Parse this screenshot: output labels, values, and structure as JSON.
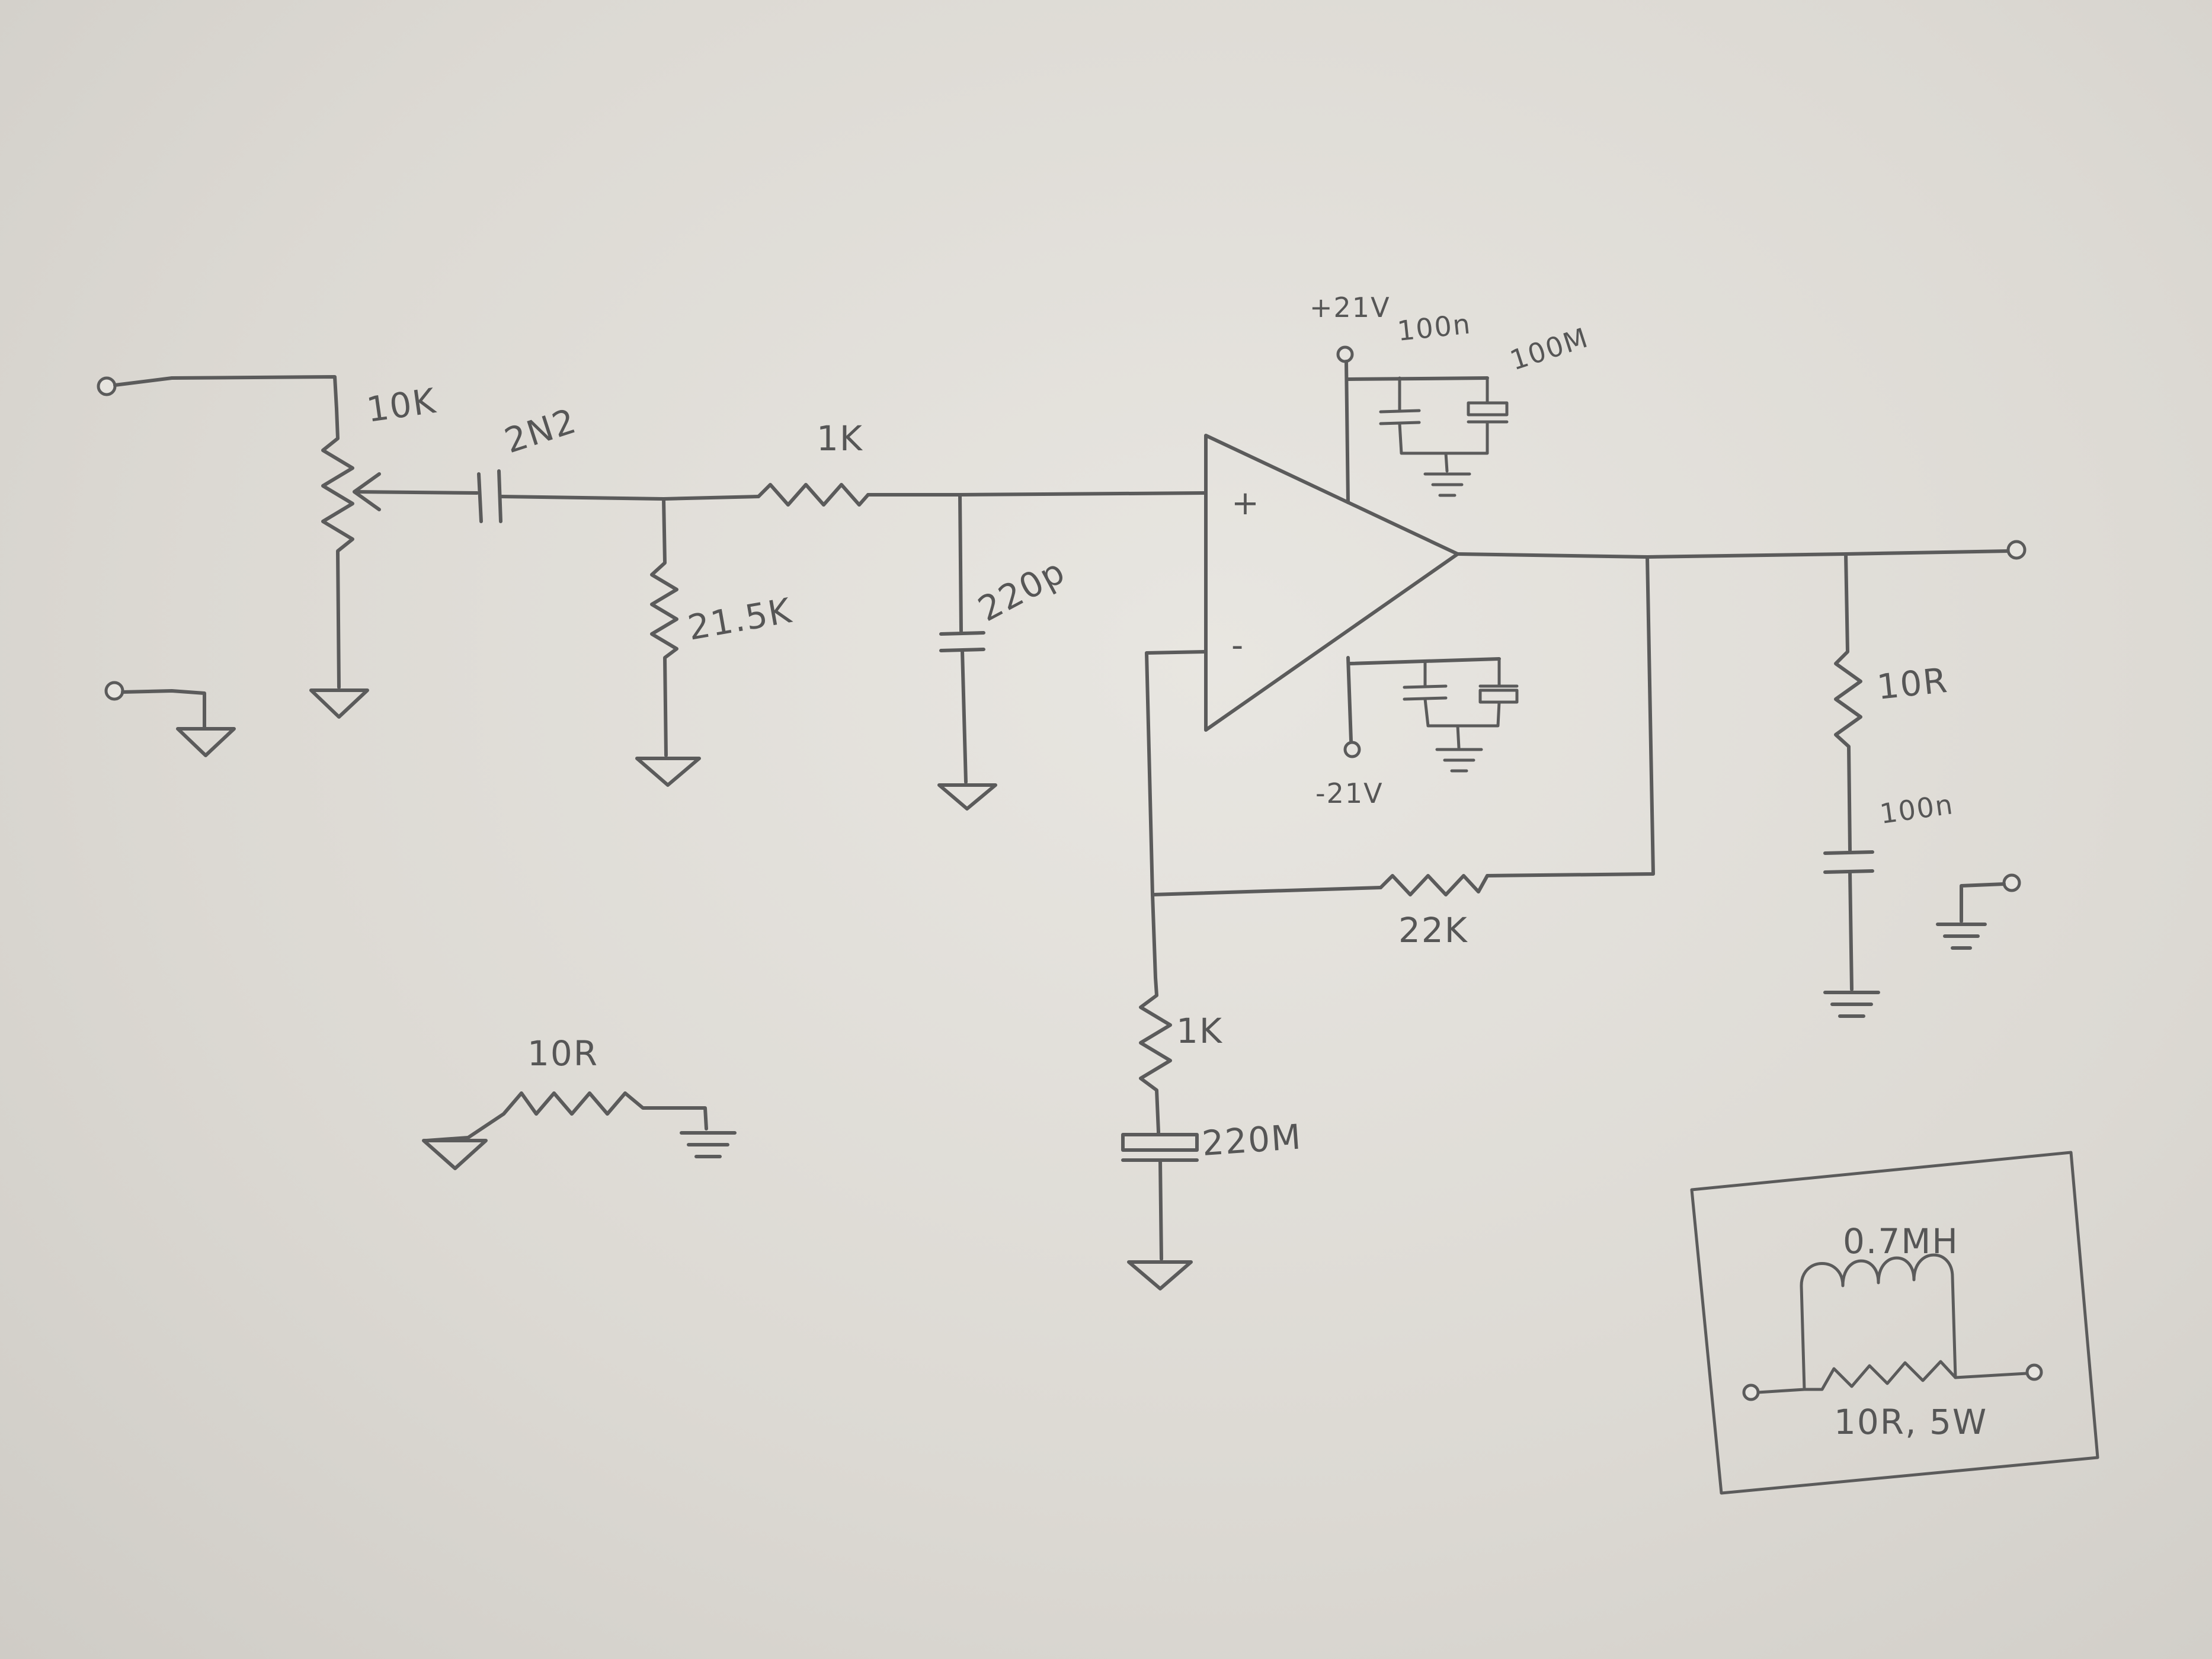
{
  "labels": {
    "pot": "10K",
    "cap_in": "2N2",
    "r_series": "1K",
    "r_shunt": "21.5K",
    "cap_filter": "220p",
    "supply_pos": "+21V",
    "supply_neg": "-21V",
    "decoup_cer": "100n",
    "decoup_elec": "100M",
    "r_feedback": "22K",
    "r_gain": "1K",
    "cap_gain": "220M",
    "zobel_r": "10R",
    "zobel_c": "100n",
    "ground_link": "10R",
    "out_inductor": "0.7MH",
    "out_resistor": "10R, 5W"
  },
  "opamp": {
    "plus": "+",
    "minus": "-"
  }
}
